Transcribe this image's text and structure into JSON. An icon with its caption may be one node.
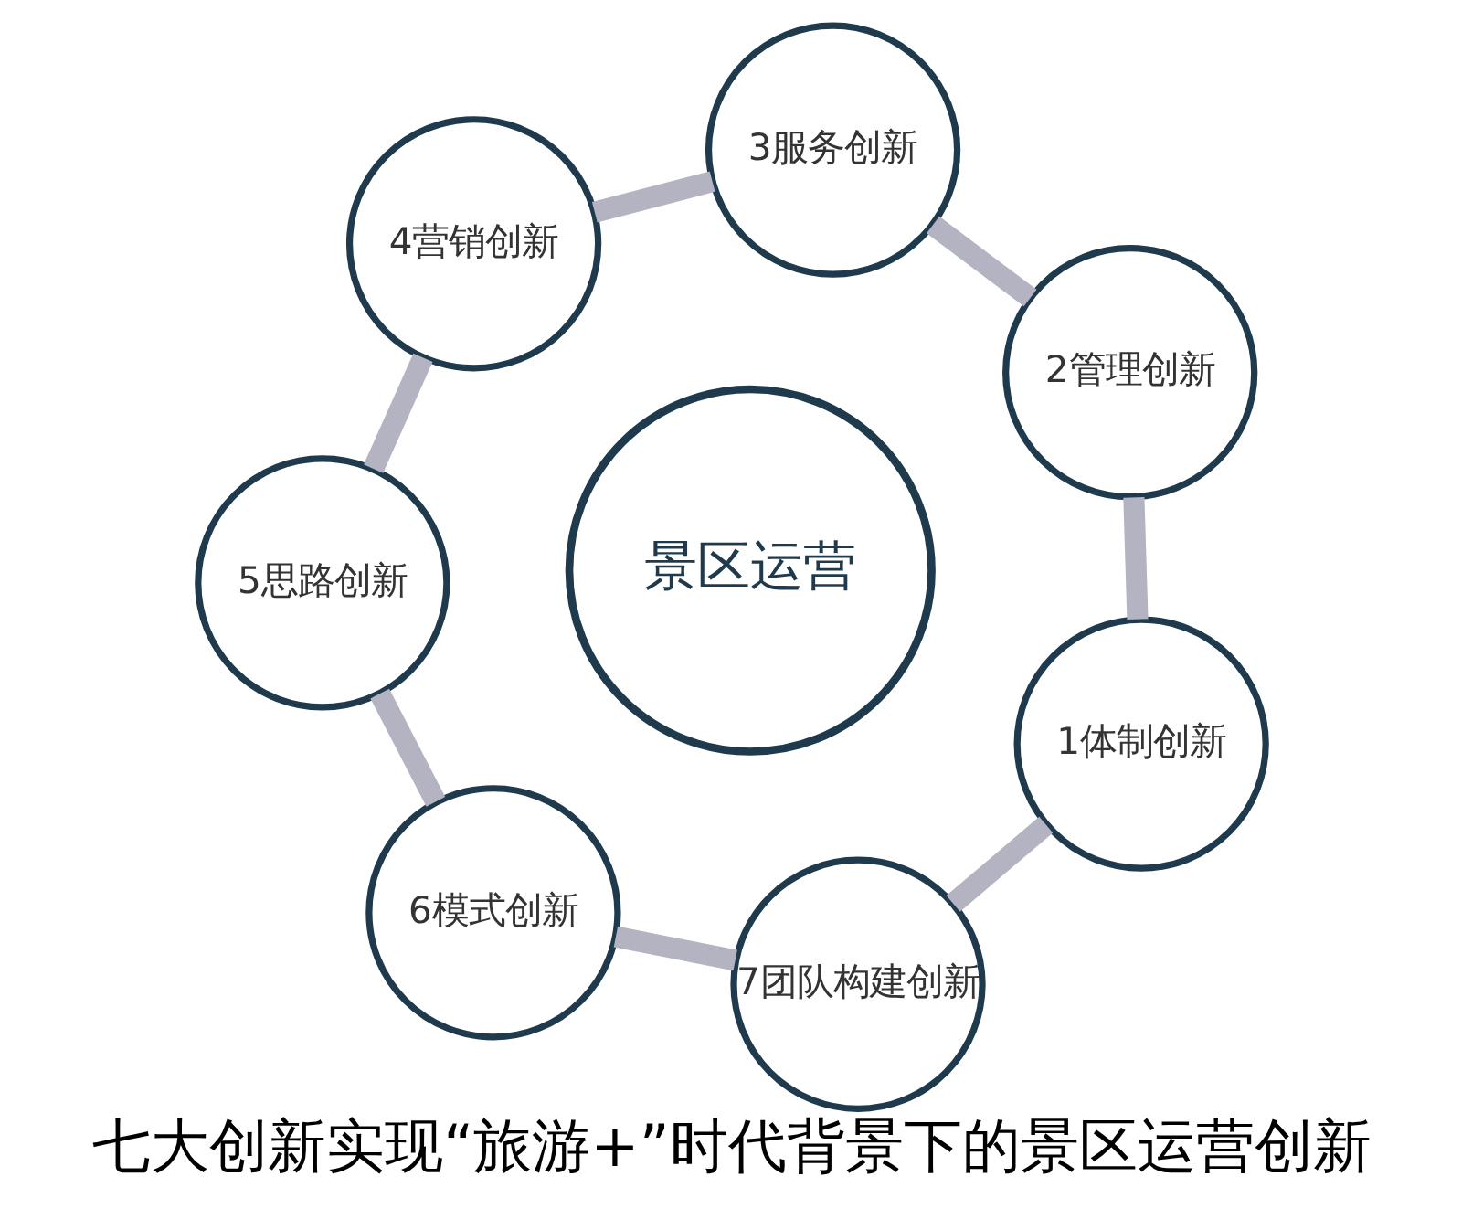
{
  "diagram": {
    "caption": "七大创新实现“旅游+”时代背景下的景区运营创新",
    "nodes": [
      {
        "text": [
          "景区运营"
        ]
      },
      {
        "text": [
          "1体制创新"
        ]
      },
      {
        "text": [
          "2管理创新"
        ]
      },
      {
        "text": [
          "3服务创新"
        ]
      },
      {
        "text": [
          "4营销创新"
        ]
      },
      {
        "text": [
          "5思路创新"
        ]
      },
      {
        "text": [
          "6模式创新"
        ]
      },
      {
        "text": [
          "7团队构建创新"
        ]
      }
    ],
    "edges": [
      {
        "from": 1,
        "to": 2,
        "arrow": "none"
      },
      {
        "from": 2,
        "to": 3,
        "arrow": "none"
      },
      {
        "from": 3,
        "to": 4,
        "arrow": "none"
      },
      {
        "from": 4,
        "to": 5,
        "arrow": "none"
      },
      {
        "from": 5,
        "to": 6,
        "arrow": "none"
      },
      {
        "from": 6,
        "to": 7,
        "arrow": "none"
      },
      {
        "from": 7,
        "to": 1,
        "arrow": "none"
      }
    ]
  }
}
